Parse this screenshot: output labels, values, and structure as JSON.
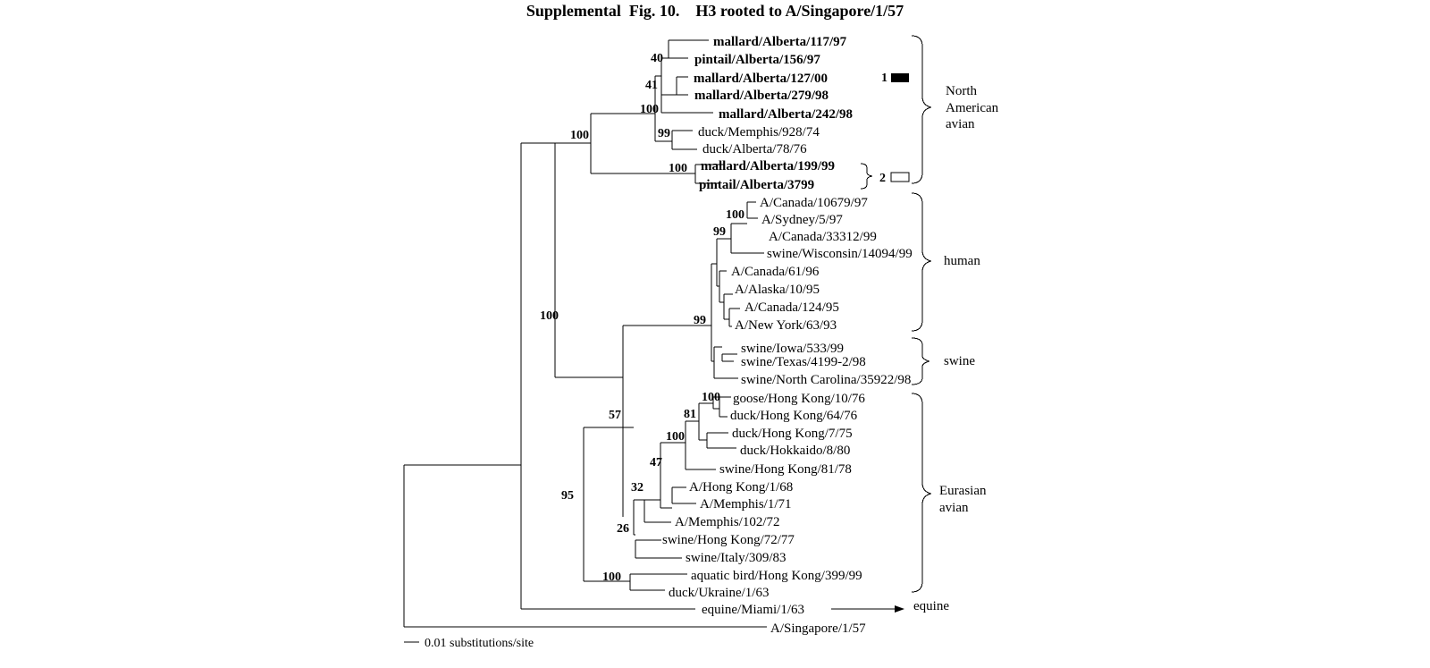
{
  "title": "Supplemental  Fig. 10.    H3 rooted to A/Singapore/1/57",
  "scale_label": "0.01 substitutions/site",
  "taxa": [
    {
      "label": "mallard/Alberta/117/97",
      "bold": true
    },
    {
      "label": "pintail/Alberta/156/97",
      "bold": true
    },
    {
      "label": "mallard/Alberta/127/00",
      "bold": true
    },
    {
      "label": "mallard/Alberta/279/98",
      "bold": true
    },
    {
      "label": "mallard/Alberta/242/98",
      "bold": true
    },
    {
      "label": "duck/Memphis/928/74",
      "bold": false
    },
    {
      "label": "duck/Alberta/78/76",
      "bold": false
    },
    {
      "label": "mallard/Alberta/199/99",
      "bold": true
    },
    {
      "label": "pintail/Alberta/3799",
      "bold": true
    },
    {
      "label": "A/Canada/10679/97",
      "bold": false
    },
    {
      "label": "A/Sydney/5/97",
      "bold": false
    },
    {
      "label": "A/Canada/33312/99",
      "bold": false
    },
    {
      "label": "swine/Wisconsin/14094/99",
      "bold": false
    },
    {
      "label": "A/Canada/61/96",
      "bold": false
    },
    {
      "label": "A/Alaska/10/95",
      "bold": false
    },
    {
      "label": "A/Canada/124/95",
      "bold": false
    },
    {
      "label": "A/New York/63/93",
      "bold": false
    },
    {
      "label": "swine/Iowa/533/99",
      "bold": false
    },
    {
      "label": "swine/Texas/4199-2/98",
      "bold": false
    },
    {
      "label": "swine/North Carolina/35922/98",
      "bold": false
    },
    {
      "label": "goose/Hong Kong/10/76",
      "bold": false
    },
    {
      "label": "duck/Hong Kong/64/76",
      "bold": false
    },
    {
      "label": "duck/Hong Kong/7/75",
      "bold": false
    },
    {
      "label": "duck/Hokkaido/8/80",
      "bold": false
    },
    {
      "label": "swine/Hong Kong/81/78",
      "bold": false
    },
    {
      "label": "A/Hong Kong/1/68",
      "bold": false
    },
    {
      "label": "A/Memphis/1/71",
      "bold": false
    },
    {
      "label": "A/Memphis/102/72",
      "bold": false
    },
    {
      "label": "swine/Hong Kong/72/77",
      "bold": false
    },
    {
      "label": "swine/Italy/309/83",
      "bold": false
    },
    {
      "label": "aquatic bird/Hong Kong/399/99",
      "bold": false
    },
    {
      "label": "duck/Ukraine/1/63",
      "bold": false
    },
    {
      "label": "equine/Miami/1/63",
      "bold": false
    },
    {
      "label": "A/Singapore/1/57",
      "bold": false
    }
  ],
  "bootstrap": [
    "40",
    "41",
    "100",
    "100",
    "99",
    "100",
    "100",
    "99",
    "100",
    "99",
    "100",
    "81",
    "100",
    "47",
    "32",
    "26",
    "57",
    "95",
    "100"
  ],
  "groups": {
    "north_american": "North\nAmerican\navian",
    "human": "human",
    "swine": "swine",
    "eurasian": "Eurasian\navian",
    "equine": "equine"
  },
  "subclades": {
    "one": "1",
    "two": "2"
  }
}
